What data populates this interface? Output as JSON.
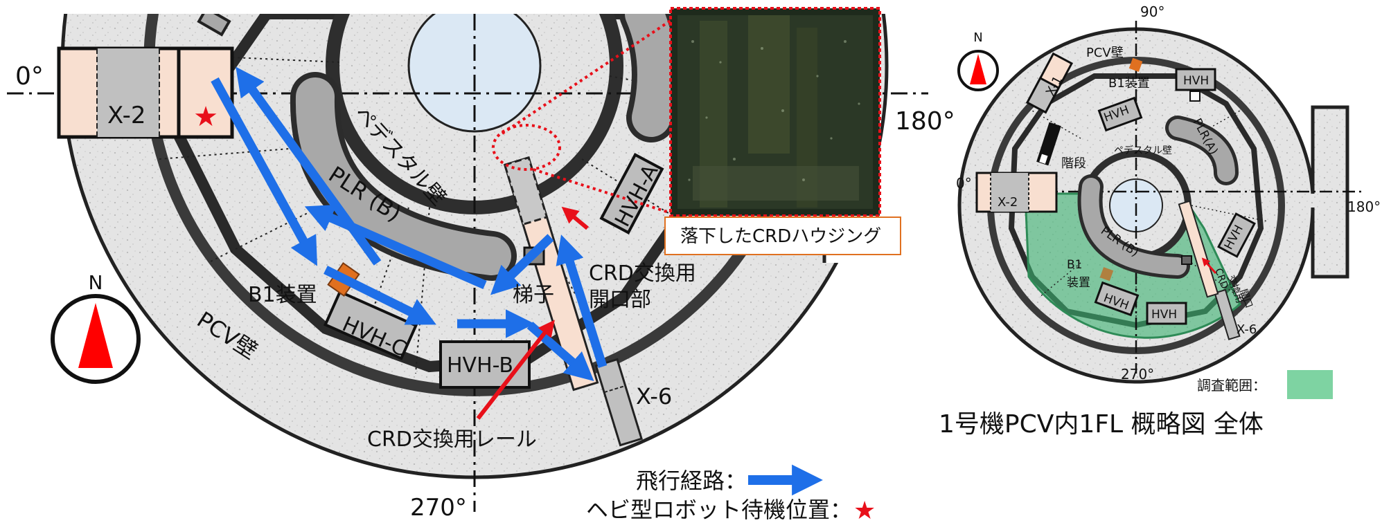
{
  "left": {
    "angles": {
      "a0": "0°",
      "a180": "180°",
      "a270": "270°"
    },
    "labels": {
      "x2": "X-2",
      "x6": "X-6",
      "pedestal": "ペデスタル壁",
      "plr_b": "PLR (B)",
      "hvh_a": "HVH-A",
      "hvh_b": "HVH-B",
      "hvh_c": "HVH-C",
      "b1": "B1装置",
      "ladder": "梯子",
      "crd_open_1": "CRD交換用",
      "crd_open_2": "開口部",
      "crd_rail": "CRD交換用レール",
      "pcv_wall": "PCV壁",
      "north": "N",
      "photo_caption": "落下したCRDハウジング"
    },
    "legend": {
      "flight_path": "飛行経路：",
      "standby": "ヘビ型ロボット待機位置：",
      "star": "★"
    }
  },
  "right": {
    "angles": {
      "a0": "0°",
      "a90": "90°",
      "a180": "180°",
      "a270": "270°"
    },
    "labels": {
      "north": "N",
      "pcv_wall": "PCV壁",
      "x1": "X-1",
      "x2": "X-2",
      "x6": "X-6",
      "b1_device": "B1装置",
      "hvh": "HVH",
      "plr_a": "PLR(A)",
      "plr_b": "PLR (B)",
      "stairs": "階段",
      "pedestal": "ペデスタル壁",
      "b1_a": "B1",
      "b1_b": "装置",
      "crd": "CRD",
      "crd2": "交換用",
      "crd3": "開口",
      "survey_range": "調査範囲："
    },
    "title": "1号機PCV内1FL 概略図 全体"
  },
  "colors": {
    "flight": "#1e6fe8",
    "rail": "#e8101a",
    "survey": "#3cb371",
    "pedestal_fill": "#dbe8f4",
    "penetration_fill": "#f8dfd0",
    "device": "#e07020"
  }
}
